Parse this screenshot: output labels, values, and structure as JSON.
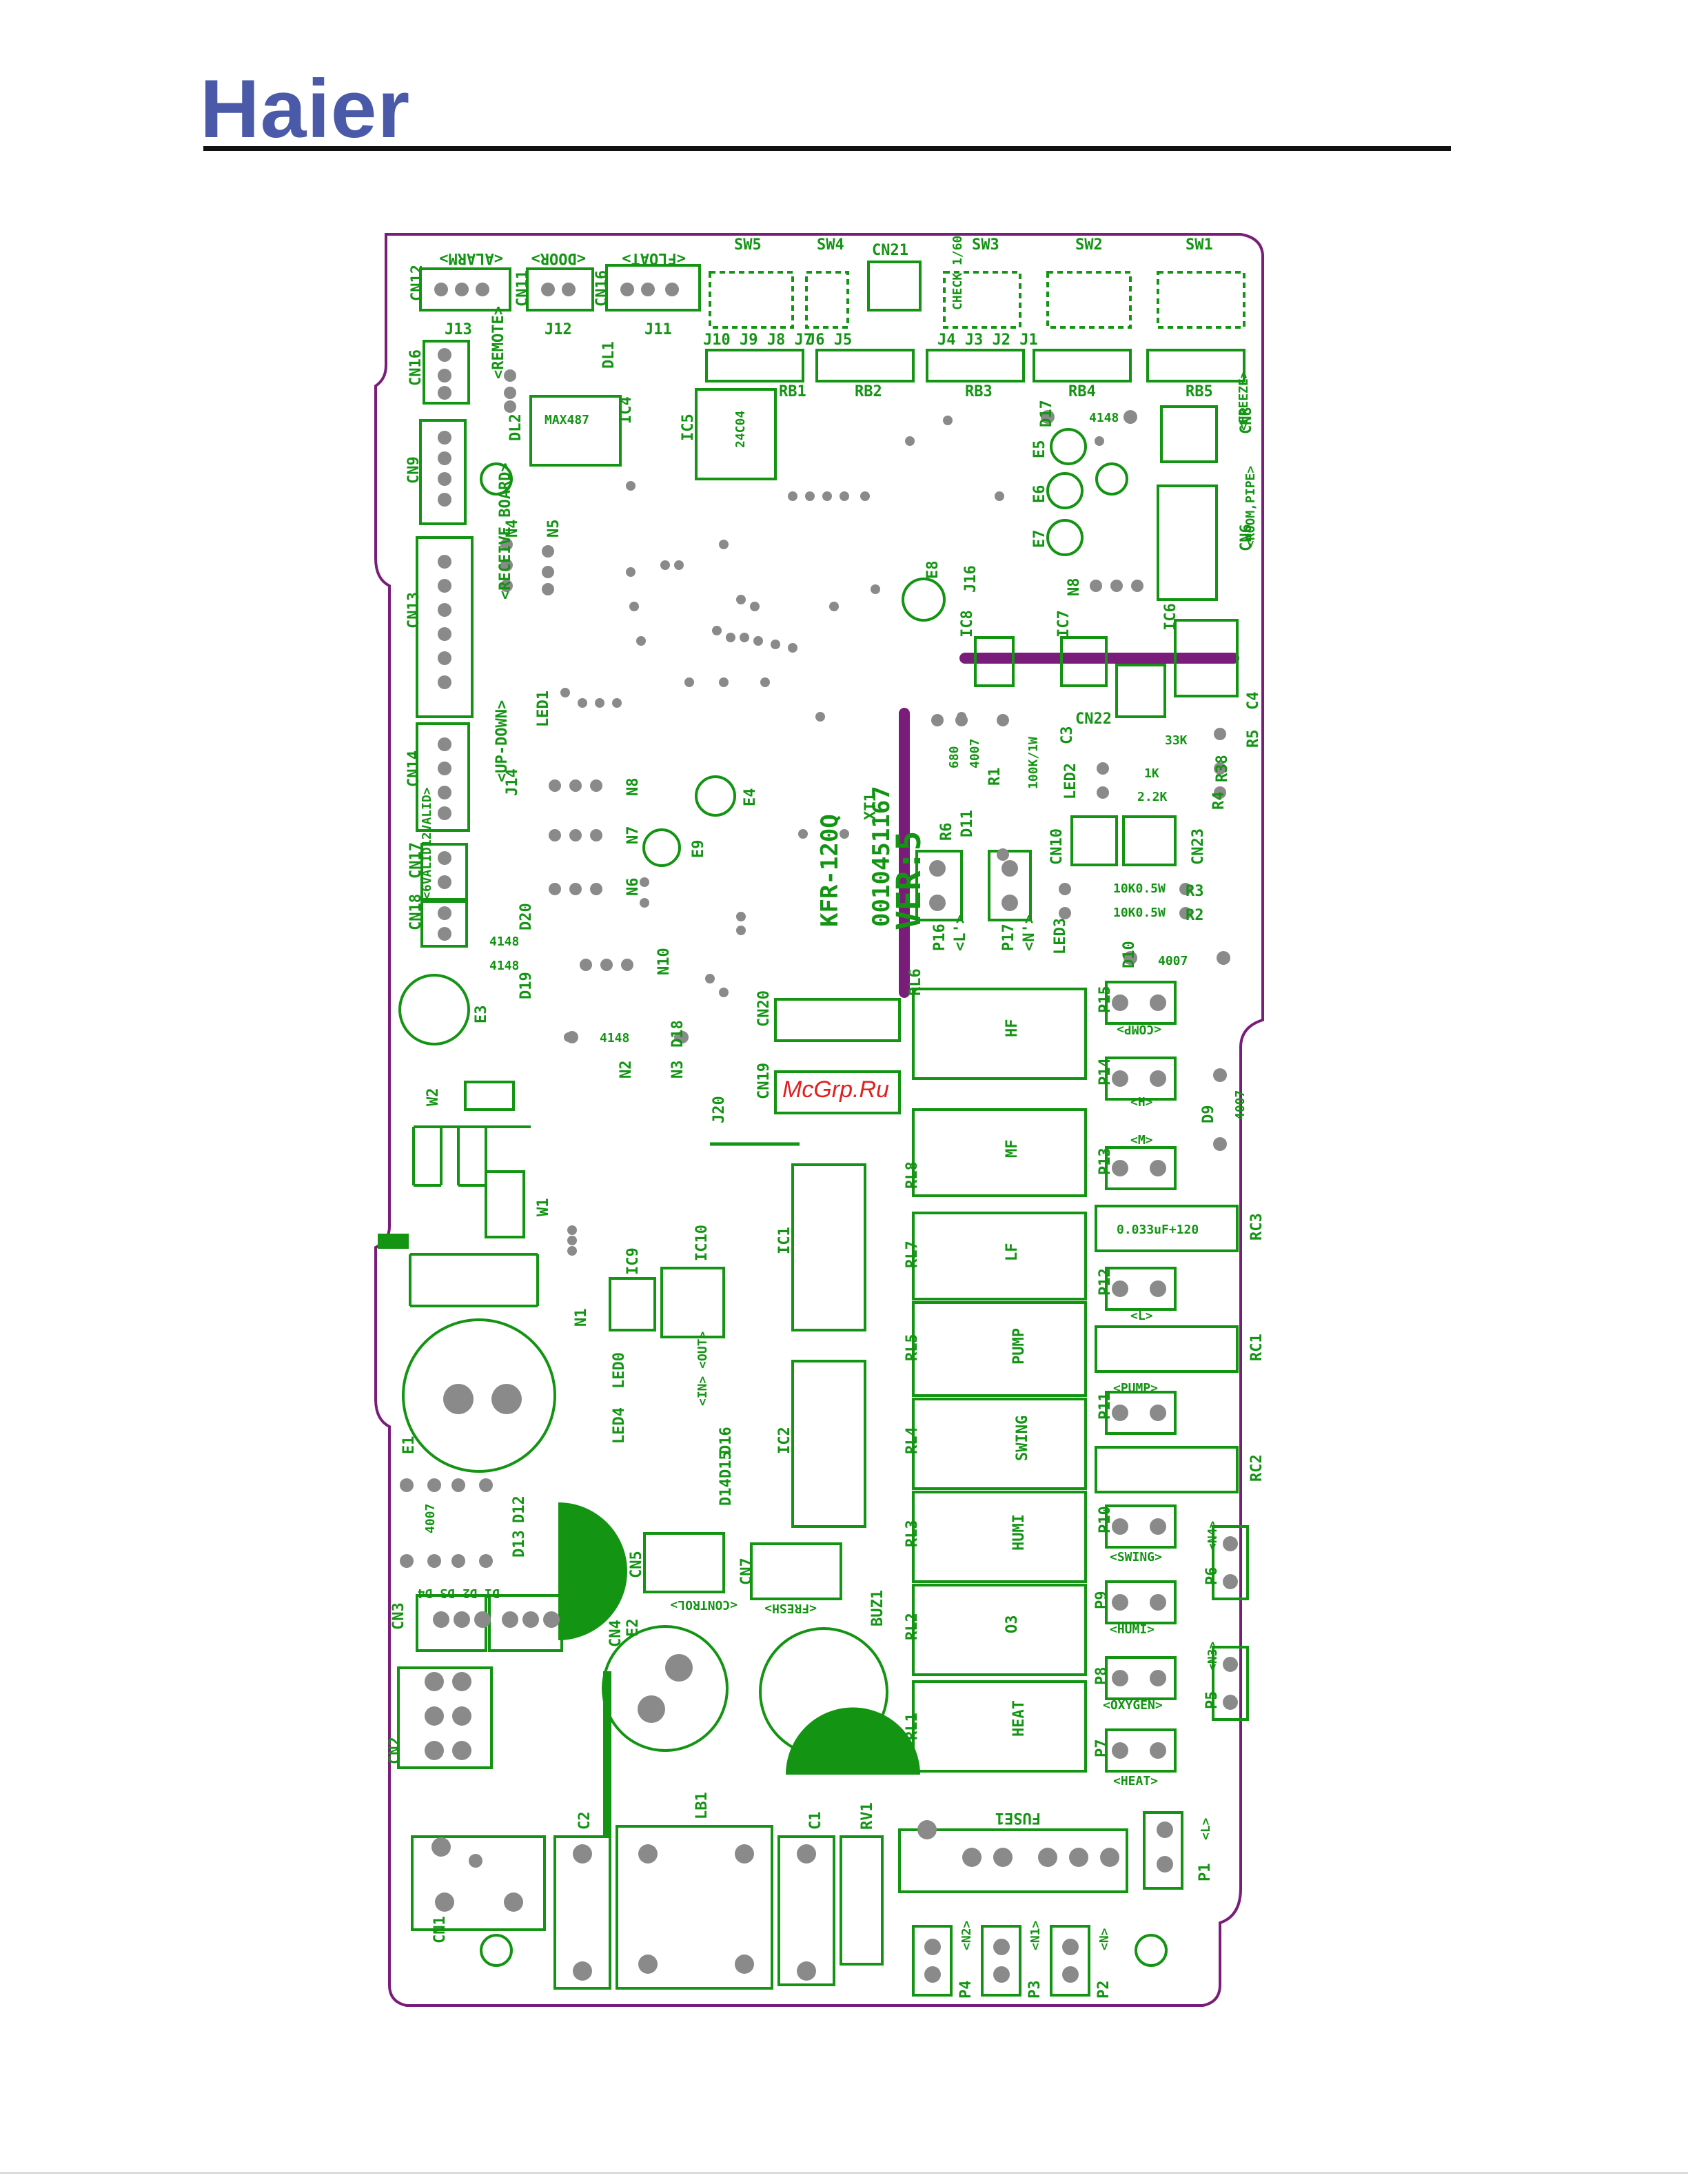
{
  "brand": {
    "logo_text": "Haier"
  },
  "watermark": "McGrp.Ru",
  "board": {
    "model": "KFR-120Q",
    "part_no": "0010451167",
    "version": "VER:5"
  },
  "colors": {
    "board_outline": "#7a1d7a",
    "silkscreen": "#139413",
    "pads": "#8a8a8a",
    "logo": "#4a5aa8",
    "watermark": "#e02020"
  },
  "labels": [
    {
      "id": "cn12",
      "t": "CN12"
    },
    {
      "id": "cn11",
      "t": "CN11"
    },
    {
      "id": "cn16a",
      "t": "CN16"
    },
    {
      "id": "cn16b",
      "t": "CN16"
    },
    {
      "id": "cn9",
      "t": "CN9"
    },
    {
      "id": "cn13",
      "t": "CN13"
    },
    {
      "id": "cn14",
      "t": "CN14"
    },
    {
      "id": "cn17",
      "t": "CN17"
    },
    {
      "id": "cn18",
      "t": "CN18"
    },
    {
      "id": "alarm",
      "t": "<ALARM>"
    },
    {
      "id": "door",
      "t": "<DOOR>"
    },
    {
      "id": "float",
      "t": "<FLOAT>"
    },
    {
      "id": "remote",
      "t": "<REMOTE>"
    },
    {
      "id": "receive",
      "t": "<RECEIVE BOARD>"
    },
    {
      "id": "updown",
      "t": "<UP-DOWN>"
    },
    {
      "id": "valid",
      "t": "<6VALID12VALID>"
    },
    {
      "id": "j13",
      "t": "J13"
    },
    {
      "id": "j12",
      "t": "J12"
    },
    {
      "id": "j11",
      "t": "J11"
    },
    {
      "id": "dl1",
      "t": "DL1"
    },
    {
      "id": "dl2",
      "t": "DL2"
    },
    {
      "id": "ic4",
      "t": "IC4"
    },
    {
      "id": "max",
      "t": "MAX487"
    },
    {
      "id": "ic5",
      "t": "IC5"
    },
    {
      "id": "ic5p",
      "t": "24C04"
    },
    {
      "id": "sw5",
      "t": "SW5"
    },
    {
      "id": "sw4",
      "t": "SW4"
    },
    {
      "id": "cn21",
      "t": "CN21"
    },
    {
      "id": "sw3",
      "t": "SW3"
    },
    {
      "id": "sw2",
      "t": "SW2"
    },
    {
      "id": "sw1",
      "t": "SW1"
    },
    {
      "id": "jrow1",
      "t": "J10 J9 J8 J7"
    },
    {
      "id": "jrow2",
      "t": "J6 J5"
    },
    {
      "id": "jrow3",
      "t": "J4 J3 J2 J1"
    },
    {
      "id": "check",
      "t": "CHECK 1/60"
    },
    {
      "id": "rb1",
      "t": "RB1"
    },
    {
      "id": "rb2",
      "t": "RB2"
    },
    {
      "id": "rb3",
      "t": "RB3"
    },
    {
      "id": "rb4",
      "t": "RB4"
    },
    {
      "id": "rb5",
      "t": "RB5"
    },
    {
      "id": "d17",
      "t": "D17"
    },
    {
      "id": "d17v",
      "t": "4148"
    },
    {
      "id": "e5",
      "t": "E5"
    },
    {
      "id": "e6",
      "t": "E6"
    },
    {
      "id": "e7",
      "t": "E7"
    },
    {
      "id": "cn8",
      "t": "CN8"
    },
    {
      "id": "freeze",
      "t": "<FREEZE>"
    },
    {
      "id": "cn6",
      "t": "CN6"
    },
    {
      "id": "roompipe",
      "t": "<ROOM,PIPE>"
    },
    {
      "id": "n4",
      "t": "N4"
    },
    {
      "id": "n5",
      "t": "N5"
    },
    {
      "id": "led1",
      "t": "LED1"
    },
    {
      "id": "e8",
      "t": "E8"
    },
    {
      "id": "j16",
      "t": "J16"
    },
    {
      "id": "n8b",
      "t": "N8"
    },
    {
      "id": "ic8",
      "t": "IC8"
    },
    {
      "id": "ic7",
      "t": "IC7"
    },
    {
      "id": "ic6",
      "t": "IC6"
    },
    {
      "id": "cn22",
      "t": "CN22"
    },
    {
      "id": "c3",
      "t": "C3"
    },
    {
      "id": "c4",
      "t": "C4"
    },
    {
      "id": "r5",
      "t": "R5"
    },
    {
      "id": "r5v",
      "t": "33K"
    },
    {
      "id": "r38",
      "t": "R38"
    },
    {
      "id": "r38v",
      "t": "1K"
    },
    {
      "id": "r4",
      "t": "R4"
    },
    {
      "id": "r4v",
      "t": "2.2K"
    },
    {
      "id": "led2",
      "t": "LED2"
    },
    {
      "id": "cn10",
      "t": "CN10"
    },
    {
      "id": "cn23",
      "t": "CN23"
    },
    {
      "id": "r3",
      "t": "R3"
    },
    {
      "id": "r3v",
      "t": "10K0.5W"
    },
    {
      "id": "r2",
      "t": "R2"
    },
    {
      "id": "r2v",
      "t": "10K0.5W"
    },
    {
      "id": "r1",
      "t": "R1"
    },
    {
      "id": "r1v",
      "t": "100K/1W"
    },
    {
      "id": "r6",
      "t": "R6"
    },
    {
      "id": "r6v",
      "t": "680"
    },
    {
      "id": "d11",
      "t": "D11"
    },
    {
      "id": "d11v",
      "t": "4007"
    },
    {
      "id": "xt1",
      "t": "XT1"
    },
    {
      "id": "e4",
      "t": "E4"
    },
    {
      "id": "e9",
      "t": "E9"
    },
    {
      "id": "j14",
      "t": "J14"
    },
    {
      "id": "n8",
      "t": "N8"
    },
    {
      "id": "n7",
      "t": "N7"
    },
    {
      "id": "n6",
      "t": "N6"
    },
    {
      "id": "n10",
      "t": "N10"
    },
    {
      "id": "d20",
      "t": "D20"
    },
    {
      "id": "d19",
      "t": "D19"
    },
    {
      "id": "d20v",
      "t": "4148"
    },
    {
      "id": "d19v",
      "t": "4148"
    },
    {
      "id": "e3",
      "t": "E3"
    },
    {
      "id": "d18",
      "t": "D18"
    },
    {
      "id": "d18v",
      "t": "4148"
    },
    {
      "id": "p16",
      "t": "P16"
    },
    {
      "id": "p16l",
      "t": "<L'>"
    },
    {
      "id": "p17",
      "t": "P17"
    },
    {
      "id": "p17l",
      "t": "<N'>"
    },
    {
      "id": "led3",
      "t": "LED3"
    },
    {
      "id": "d10",
      "t": "D10"
    },
    {
      "id": "d10v",
      "t": "4007"
    },
    {
      "id": "rl6",
      "t": "RL6"
    },
    {
      "id": "cn20",
      "t": "CN20"
    },
    {
      "id": "cn19",
      "t": "CN19"
    },
    {
      "id": "n2",
      "t": "N2"
    },
    {
      "id": "n3",
      "t": "N3"
    },
    {
      "id": "j20",
      "t": "J20"
    },
    {
      "id": "w2",
      "t": "W2"
    },
    {
      "id": "w1",
      "t": "W1"
    },
    {
      "id": "p15",
      "t": "P15"
    },
    {
      "id": "comp",
      "t": "<COMP>"
    },
    {
      "id": "p14",
      "t": "P14"
    },
    {
      "id": "hl",
      "t": "<H>"
    },
    {
      "id": "d9",
      "t": "D9"
    },
    {
      "id": "d9v",
      "t": "4007"
    },
    {
      "id": "hf",
      "t": "HF"
    },
    {
      "id": "mf",
      "t": "MF"
    },
    {
      "id": "lf",
      "t": "LF"
    },
    {
      "id": "pump",
      "t": "PUMP"
    },
    {
      "id": "swing",
      "t": "SWING"
    },
    {
      "id": "humi",
      "t": "HUMI"
    },
    {
      "id": "o3",
      "t": "O3"
    },
    {
      "id": "heat",
      "t": "HEAT"
    },
    {
      "id": "rl8",
      "t": "RL8"
    },
    {
      "id": "rl7",
      "t": "RL7"
    },
    {
      "id": "rl5",
      "t": "RL5"
    },
    {
      "id": "rl4",
      "t": "RL4"
    },
    {
      "id": "rl3",
      "t": "RL3"
    },
    {
      "id": "rl2",
      "t": "RL2"
    },
    {
      "id": "rl1",
      "t": "RL1"
    },
    {
      "id": "p13",
      "t": "P13"
    },
    {
      "id": "ml",
      "t": "<M>"
    },
    {
      "id": "rc3",
      "t": "RC3"
    },
    {
      "id": "rcv",
      "t": "0.033uF+120"
    },
    {
      "id": "p12",
      "t": "P12"
    },
    {
      "id": "ll",
      "t": "<L>"
    },
    {
      "id": "rc1",
      "t": "RC1"
    },
    {
      "id": "p11",
      "t": "P11"
    },
    {
      "id": "pumpl",
      "t": "<PUMP>"
    },
    {
      "id": "rc2",
      "t": "RC2"
    },
    {
      "id": "p10",
      "t": "P10"
    },
    {
      "id": "swingl",
      "t": "<SWING>"
    },
    {
      "id": "p6",
      "t": "P6"
    },
    {
      "id": "n4l",
      "t": "<N4>"
    },
    {
      "id": "p9",
      "t": "P9"
    },
    {
      "id": "humil",
      "t": "<HUMI>"
    },
    {
      "id": "p8",
      "t": "P8"
    },
    {
      "id": "oxygen",
      "t": "<OXYGEN>"
    },
    {
      "id": "p5",
      "t": "P5"
    },
    {
      "id": "n3l",
      "t": "<N3>"
    },
    {
      "id": "p7",
      "t": "P7"
    },
    {
      "id": "heatl",
      "t": "<HEAT>"
    },
    {
      "id": "ic1",
      "t": "IC1"
    },
    {
      "id": "ic2",
      "t": "IC2"
    },
    {
      "id": "ic9",
      "t": "IC9"
    },
    {
      "id": "ic10",
      "t": "IC10"
    },
    {
      "id": "n1",
      "t": "N1"
    },
    {
      "id": "led4",
      "t": "LED4"
    },
    {
      "id": "led0",
      "t": "LED0"
    },
    {
      "id": "inout",
      "t": "<IN> <OUT>"
    },
    {
      "id": "d16",
      "t": "D16"
    },
    {
      "id": "d15",
      "t": "D15"
    },
    {
      "id": "d14",
      "t": "D14"
    },
    {
      "id": "e1",
      "t": "E1"
    },
    {
      "id": "d7",
      "t": "4007"
    },
    {
      "id": "d13",
      "t": "D13"
    },
    {
      "id": "d12",
      "t": "D12"
    },
    {
      "id": "cn5",
      "t": "CN5"
    },
    {
      "id": "control",
      "t": "<CONTROL>"
    },
    {
      "id": "cn7",
      "t": "CN7"
    },
    {
      "id": "fresh",
      "t": "<FRESH>"
    },
    {
      "id": "buz1",
      "t": "BUZ1"
    },
    {
      "id": "cn3",
      "t": "CN3"
    },
    {
      "id": "cn4",
      "t": "CN4"
    },
    {
      "id": "e2",
      "t": "E2"
    },
    {
      "id": "cn2",
      "t": "CN2"
    },
    {
      "id": "cn1",
      "t": "CN1"
    },
    {
      "id": "c2",
      "t": "C2"
    },
    {
      "id": "lb1",
      "t": "LB1"
    },
    {
      "id": "c1",
      "t": "C1"
    },
    {
      "id": "rv1",
      "t": "RV1"
    },
    {
      "id": "fuse1",
      "t": "FUSE1"
    },
    {
      "id": "p1",
      "t": "P1"
    },
    {
      "id": "p1l",
      "t": "<L>"
    },
    {
      "id": "p4",
      "t": "P4"
    },
    {
      "id": "n2l",
      "t": "<N2>"
    },
    {
      "id": "p3",
      "t": "P3"
    },
    {
      "id": "n1l",
      "t": "<N1>"
    },
    {
      "id": "p2",
      "t": "P2"
    },
    {
      "id": "nl",
      "t": "<N>"
    },
    {
      "id": "d123",
      "t": "D1 D2 D3 D4"
    }
  ]
}
